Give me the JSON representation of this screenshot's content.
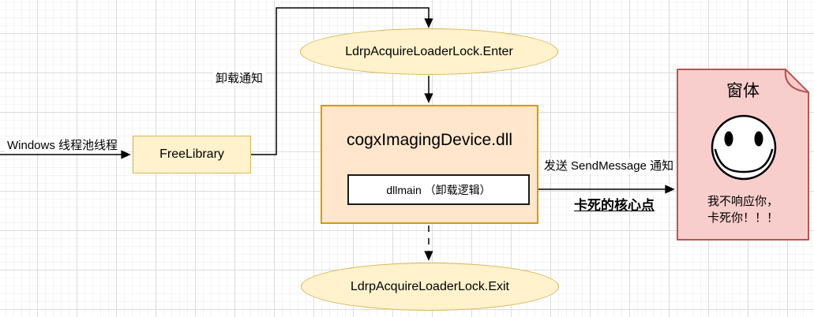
{
  "palette": {
    "canvas_bg": "#FFFFFF",
    "grid_minor": "#F4F4F4",
    "grid_major": "#DCDCDC",
    "line_color": "#000000",
    "text_color": "#000000",
    "yellow_fill": "#FFF2CC",
    "yellow_stroke": "#D6B656",
    "orange_fill": "#FFE6CC",
    "orange_stroke": "#D79B00",
    "pink_fill": "#F8CECC",
    "pink_stroke": "#B85450",
    "inner_box_stroke": "#1A1A1A"
  },
  "diagram": {
    "nodes": {
      "enter": {
        "shape": "ellipse",
        "label": "LdrpAcquireLoaderLock.Enter"
      },
      "free_library": {
        "shape": "rect",
        "label": "FreeLibrary"
      },
      "dll": {
        "shape": "rect",
        "title": "cogxImagingDevice.dll"
      },
      "dllmain": {
        "shape": "rect",
        "label": "dllmain （卸载逻辑）"
      },
      "exit": {
        "shape": "ellipse",
        "label": "LdrpAcquireLoaderLock.Exit"
      },
      "window_note": {
        "shape": "note",
        "title": "窗体",
        "icon": "smiley-face-icon",
        "message_line1": "我不响应你，",
        "message_line2": "卡死你！！！"
      }
    },
    "edges": {
      "thread_to_freelibrary": {
        "style": "solid-arrow",
        "label": "Windows 线程池线程"
      },
      "freelibrary_to_enter": {
        "style": "solid-arrow",
        "label": "卸载通知"
      },
      "enter_to_dll": {
        "style": "solid-arrow"
      },
      "dllmain_to_window": {
        "style": "solid-arrow",
        "label_above": "发送 SendMessage 通知",
        "label_below": "卡死的核心点"
      },
      "dll_to_exit": {
        "style": "dashed-arrow"
      }
    }
  }
}
